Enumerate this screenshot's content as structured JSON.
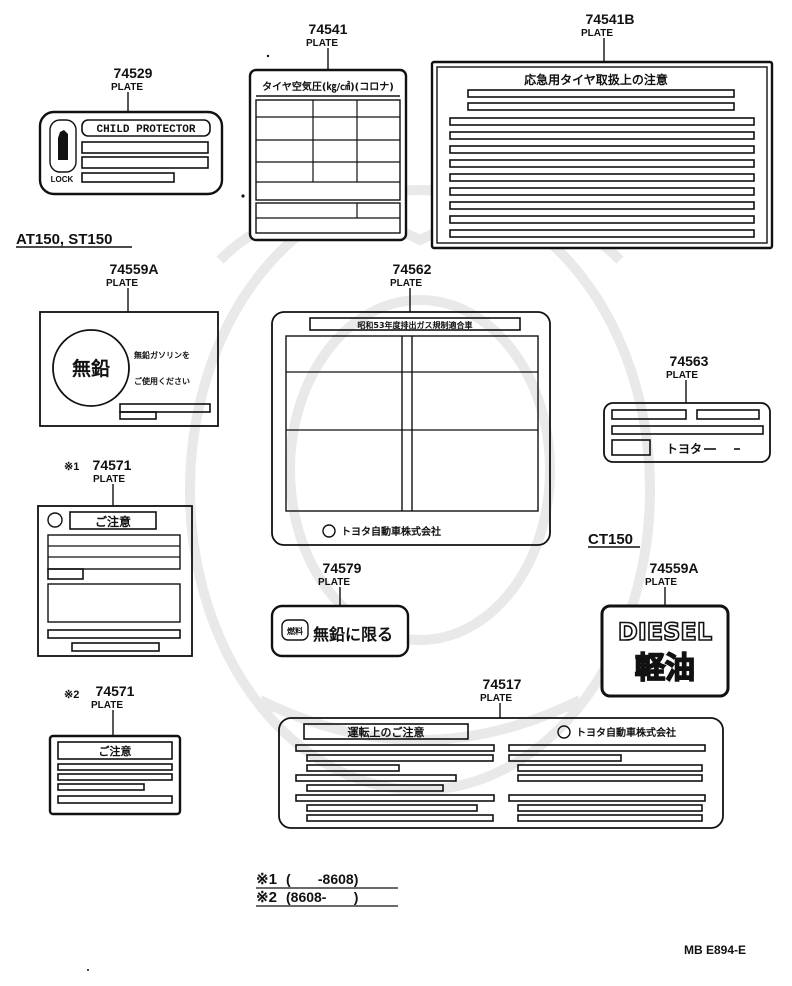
{
  "parts": {
    "p74529": {
      "number": "74529",
      "name": "PLATE",
      "title": "CHILD PROTECTOR",
      "lock": "LOCK"
    },
    "p74541": {
      "number": "74541",
      "name": "PLATE",
      "title": "タイヤ空気圧(㎏/㎠)(コロナ)"
    },
    "p74541b": {
      "number": "74541B",
      "name": "PLATE",
      "title": "応急用タイヤ取扱上の注意"
    },
    "p74559a_1": {
      "number": "74559A",
      "name": "PLATE",
      "symbol": "無鉛",
      "line1": "無鉛ガソリンを",
      "line2": "ご使用ください"
    },
    "p74562": {
      "number": "74562",
      "name": "PLATE",
      "title": "昭和53年度排出ガス規制適合車",
      "maker": "トヨタ自動車株式会社"
    },
    "p74563": {
      "number": "74563",
      "name": "PLATE",
      "text": "トヨタ"
    },
    "p74571_1": {
      "mark": "※1",
      "number": "74571",
      "name": "PLATE",
      "title": "ご注意"
    },
    "p74579": {
      "number": "74579",
      "name": "PLATE",
      "badge": "燃料",
      "text": "無鉛に限る"
    },
    "p74559a_2": {
      "number": "74559A",
      "name": "PLATE",
      "line1": "DIESEL",
      "line2": "軽油"
    },
    "p74571_2": {
      "mark": "※2",
      "number": "74571",
      "name": "PLATE",
      "title": "ご注意"
    },
    "p74517": {
      "number": "74517",
      "name": "PLATE",
      "title": "運転上のご注意",
      "maker": "トヨタ自動車株式会社"
    }
  },
  "groups": {
    "left": "AT150, ST150",
    "right": "CT150"
  },
  "notes": [
    {
      "mark": "※1",
      "range": "(       -8608)"
    },
    {
      "mark": "※2",
      "range": "(8608-       )"
    }
  ],
  "code": "MB E894-E"
}
